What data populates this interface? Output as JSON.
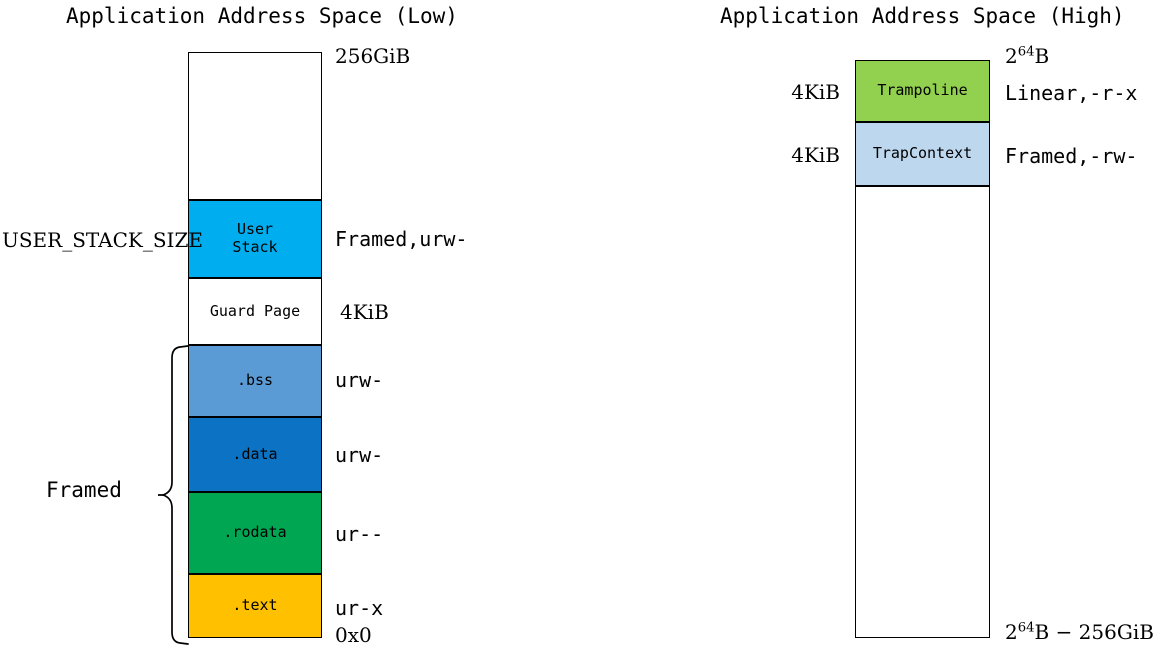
{
  "diagram": {
    "kind": "memory-layout",
    "columns": [
      {
        "id": "low",
        "title": "Application Address Space (Low)",
        "top_address": "256GiB",
        "bottom_address": "0x0",
        "group_label": "Framed",
        "blocks": [
          {
            "name": "unused",
            "label": "",
            "color": "#ffffff",
            "size_label": "",
            "perm_label": ""
          },
          {
            "name": "user-stack",
            "label": "User\nStack",
            "color": "#00AEEF",
            "size_label": "USER_STACK_SIZE",
            "perm_label": "Framed,urw-"
          },
          {
            "name": "guard-page",
            "label": "Guard Page",
            "color": "#ffffff",
            "size_label": "",
            "perm_label": "4KiB"
          },
          {
            "name": "bss",
            "label": ".bss",
            "color": "#5B9BD5",
            "size_label": "",
            "perm_label": "urw-"
          },
          {
            "name": "data",
            "label": ".data",
            "color": "#0B72C4",
            "size_label": "",
            "perm_label": "urw-"
          },
          {
            "name": "rodata",
            "label": ".rodata",
            "color": "#00A651",
            "size_label": "",
            "perm_label": "ur--"
          },
          {
            "name": "text",
            "label": ".text",
            "color": "#FFC000",
            "size_label": "",
            "perm_label": "ur-x"
          }
        ]
      },
      {
        "id": "high",
        "title": "Application Address Space (High)",
        "top_address_base": "2",
        "top_address_exp": "64",
        "top_address_suffix": "B",
        "bottom_address_base": "2",
        "bottom_address_exp": "64",
        "bottom_address_suffix": "B − 256GiB",
        "blocks": [
          {
            "name": "trampoline",
            "label": "Trampoline",
            "color": "#92D050",
            "size_label": "4KiB",
            "perm_label": "Linear,-r-x"
          },
          {
            "name": "trap-context",
            "label": "TrapContext",
            "color": "#BDD7EE",
            "size_label": "4KiB",
            "perm_label": "Framed,-rw-"
          },
          {
            "name": "unused",
            "label": "",
            "color": "#ffffff",
            "size_label": "",
            "perm_label": ""
          }
        ]
      }
    ]
  }
}
